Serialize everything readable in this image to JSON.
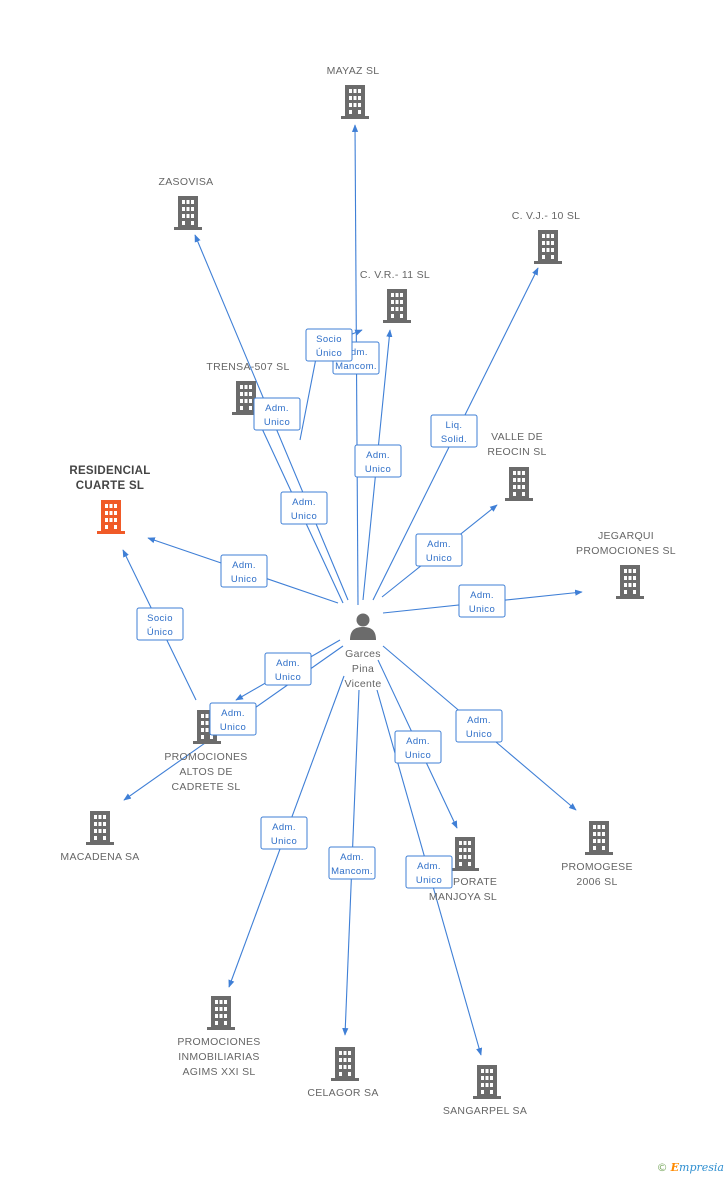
{
  "colors": {
    "edge": "#3f7fd6",
    "building": "#6b6b6b",
    "building_focus": "#f05a28",
    "person": "#6b6b6b"
  },
  "center": {
    "id": "garces",
    "label": [
      "Garces",
      "Pina",
      "Vicente"
    ],
    "icon": "person-icon"
  },
  "nodes": [
    {
      "id": "mayaz",
      "label": [
        "MAYAZ  SL"
      ],
      "icon": "building-icon"
    },
    {
      "id": "zasovisa",
      "label": [
        "ZASOVISA"
      ],
      "icon": "building-icon"
    },
    {
      "id": "cvj10",
      "label": [
        "C. V.J.- 10 SL"
      ],
      "icon": "building-icon"
    },
    {
      "id": "cvr11",
      "label": [
        "C. V.R.- 11 SL"
      ],
      "icon": "building-icon"
    },
    {
      "id": "trensa",
      "label": [
        "TRENSA-507 SL"
      ],
      "icon": "building-icon"
    },
    {
      "id": "residencial",
      "label": [
        "RESIDENCIAL",
        "CUARTE SL"
      ],
      "icon": "building-icon",
      "focus": true
    },
    {
      "id": "valle",
      "label": [
        "VALLE DE",
        "REOCIN  SL"
      ],
      "icon": "building-icon"
    },
    {
      "id": "jegarqui",
      "label": [
        "JEGARQUI",
        "PROMOCIONES SL"
      ],
      "icon": "building-icon"
    },
    {
      "id": "altos",
      "label": [
        "PROMOCIONES",
        "ALTOS DE",
        "CADRETE SL"
      ],
      "icon": "building-icon"
    },
    {
      "id": "macadena",
      "label": [
        "MACADENA SA"
      ],
      "icon": "building-icon"
    },
    {
      "id": "promogese",
      "label": [
        "PROMOGESE",
        "2006 SL"
      ],
      "icon": "building-icon"
    },
    {
      "id": "corporate",
      "label": [
        "CORPORATE",
        "MANJOYA SL"
      ],
      "icon": "building-icon"
    },
    {
      "id": "agims",
      "label": [
        "PROMOCIONES",
        "INMOBILIARIAS",
        "AGIMS XXI SL"
      ],
      "icon": "building-icon"
    },
    {
      "id": "celagor",
      "label": [
        "CELAGOR SA"
      ],
      "icon": "building-icon"
    },
    {
      "id": "sangarpel",
      "label": [
        "SANGARPEL SA"
      ],
      "icon": "building-icon"
    }
  ],
  "edges": [
    {
      "from": "garces",
      "to": "mayaz",
      "label": [
        "Adm.",
        "Mancom."
      ]
    },
    {
      "from": "garces",
      "to": "zasovisa",
      "label": [
        "Adm.",
        "Unico"
      ]
    },
    {
      "from": "garces",
      "to": "cvj10",
      "label": [
        "Liq.",
        "Solid."
      ]
    },
    {
      "from": "garces",
      "to": "cvr11",
      "label": [
        "Adm.",
        "Unico"
      ]
    },
    {
      "from": "garces",
      "to": "trensa",
      "label": [
        "Adm.",
        "Unico"
      ]
    },
    {
      "from": "trensa",
      "to": "cvr11",
      "label": [
        "Socio",
        "Único"
      ]
    },
    {
      "from": "garces",
      "to": "residencial",
      "label": [
        "Adm.",
        "Unico"
      ]
    },
    {
      "from": "altos",
      "to": "residencial",
      "label": [
        "Socio",
        "Único"
      ]
    },
    {
      "from": "garces",
      "to": "valle",
      "label": [
        "Adm.",
        "Unico"
      ]
    },
    {
      "from": "garces",
      "to": "jegarqui",
      "label": [
        "Adm.",
        "Unico"
      ]
    },
    {
      "from": "garces",
      "to": "altos",
      "label": [
        "Adm.",
        "Unico"
      ]
    },
    {
      "from": "garces",
      "to": "macadena",
      "label": [
        "Adm.",
        "Unico"
      ]
    },
    {
      "from": "garces",
      "to": "promogese",
      "label": [
        "Adm.",
        "Unico"
      ]
    },
    {
      "from": "garces",
      "to": "corporate",
      "label": [
        "Adm.",
        "Unico"
      ]
    },
    {
      "from": "garces",
      "to": "agims",
      "label": [
        "Adm.",
        "Unico"
      ]
    },
    {
      "from": "garces",
      "to": "celagor",
      "label": [
        "Adm.",
        "Mancom."
      ]
    },
    {
      "from": "garces",
      "to": "sangarpel",
      "label": [
        "Adm.",
        "Unico"
      ]
    }
  ],
  "brand": {
    "copyright": "©",
    "text": "mpresia",
    "initial": "E"
  }
}
